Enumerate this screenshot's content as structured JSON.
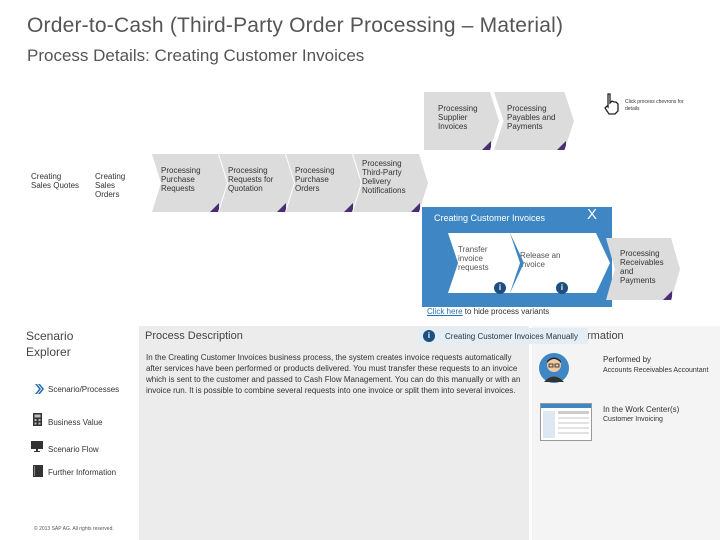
{
  "header": {
    "title": "Order-to-Cash (Third-Party Order Processing – Material)",
    "subtitle": "Process Details: Creating Customer Invoices"
  },
  "process_hint": "Click process chevrons for details",
  "process_steps": {
    "creating_sales_quotes": "Creating Sales Quotes",
    "creating_sales_orders": "Creating Sales Orders",
    "processing_purchase_requests": "Processing Purchase Requests",
    "processing_requests_for_quotation": "Processing Requests for Quotation",
    "processing_purchase_orders": "Processing Purchase Orders",
    "processing_third_party_delivery": "Processing Third-Party Delivery Notifications",
    "processing_supplier_invoices": "Processing Supplier Invoices",
    "processing_payables": "Processing Payables and Payments",
    "processing_receivables": "Processing Receivables and Payments"
  },
  "active_step": {
    "title": "Creating Customer Invoices",
    "close": "X",
    "substeps": [
      "Transfer invoice requests",
      "Release an invoice"
    ]
  },
  "hide_link": {
    "link_text": "Click here",
    "rest": " to hide process variants"
  },
  "sidebar": {
    "heading": "Scenario Explorer",
    "items": [
      "Scenario/Processes",
      "Business Value",
      "Scenario Flow",
      "Further Information"
    ],
    "copyright": "© 2013 SAP AG. All rights reserved."
  },
  "description": {
    "title": "Process Description",
    "body": "In the Creating Customer Invoices business process, the system creates invoice requests automatically after services have been performed or products delivered. You must transfer these requests to an invoice which is sent to the customer and passed to Cash Flow Management. You can do this manually or with an invoice run. It is possible to combine several requests into one invoice or split them into several invoices."
  },
  "callout": {
    "text": "Creating Customer Invoices Manually"
  },
  "additional_info": {
    "title_tail": "rmation",
    "performed_by_label": "Performed by",
    "performed_by_value": "Accounts Receivables Accountant",
    "work_center_label": "In the Work Center(s)",
    "work_center_value": "Customer Invoicing"
  },
  "colors": {
    "accent_blue": "#3f87c4",
    "step_gray": "#dcdcdc",
    "corner_purple": "#4b2d73",
    "info_blue": "#1c4f80"
  },
  "icons": [
    "cursor-hand-icon",
    "info-icon",
    "double-chevron-icon",
    "calculator-icon",
    "monitor-icon",
    "book-icon",
    "avatar-icon",
    "screenshot-thumbnail"
  ]
}
